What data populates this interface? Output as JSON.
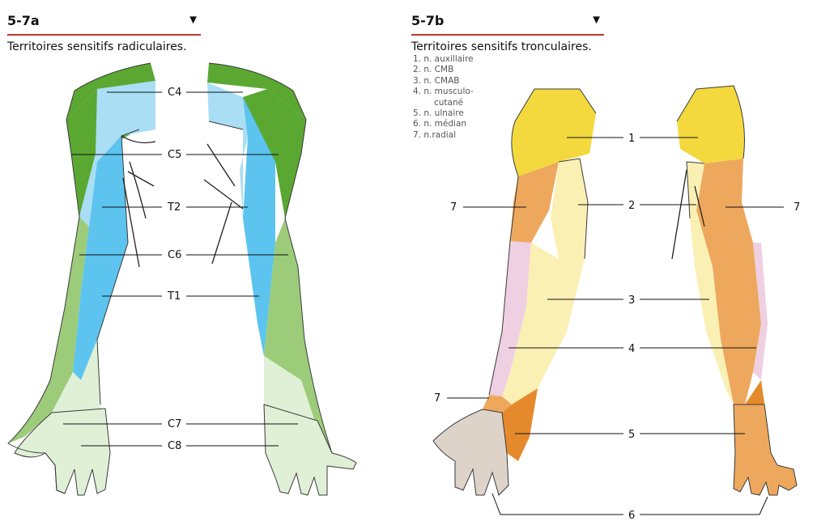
{
  "panel_a": {
    "figure_label": "5-7a",
    "caption": "Territoires sensitifs radiculaires.",
    "labels": [
      "C4",
      "C5",
      "T2",
      "C6",
      "T1",
      "C7",
      "C8"
    ]
  },
  "panel_b": {
    "figure_label": "5-7b",
    "caption": "Territoires sensitifs tronculaires.",
    "legend": [
      "1. n. auxillaire",
      "2. n. CMB",
      "3. n. CMAB",
      "4. n. musculo-",
      "cutané",
      "5. n. ulnaire",
      "6. n. médian",
      "7. n.radial"
    ],
    "labels": [
      "1",
      "2",
      "7",
      "7",
      "3",
      "4",
      "7",
      "5",
      "6"
    ]
  },
  "marker": "▼",
  "colors": {
    "dark_green": "#5aa832",
    "light_green": "#9ccc7a",
    "pale_green": "#dff0d6",
    "blue": "#5cc4ee",
    "light_blue": "#a9def5",
    "yellow": "#f3d93e",
    "cream": "#fbf0b4",
    "pink": "#efd0e2",
    "orange": "#eda85e",
    "dark_orange": "#e58a2c",
    "beige": "#ddd3c8",
    "header_rule": "#c0392b"
  }
}
